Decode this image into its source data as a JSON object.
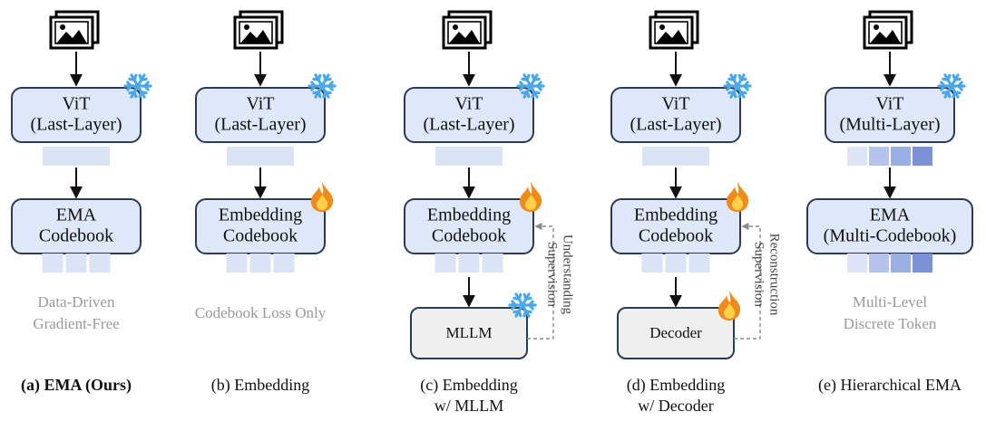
{
  "panels": [
    {
      "id": "a",
      "encoder_lines": [
        "ViT",
        "(Last-Layer)"
      ],
      "encoder_state": "frozen",
      "codebook_lines": [
        "EMA",
        "Codebook"
      ],
      "codebook_state": "none",
      "note_lines": [
        "Data-Driven",
        "Gradient-Free"
      ],
      "caption_lines": [
        "(a) EMA (Ours)"
      ],
      "caption_bold": true,
      "encoder_token_colors": [
        "#dbe4f5"
      ],
      "codebook_token_colors": [
        "#dbe4f5",
        "#dbe4f5",
        "#dbe4f5"
      ]
    },
    {
      "id": "b",
      "encoder_lines": [
        "ViT",
        "(Last-Layer)"
      ],
      "encoder_state": "frozen",
      "codebook_lines": [
        "Embedding",
        "Codebook"
      ],
      "codebook_state": "trainable",
      "note_lines": [
        "Codebook Loss Only"
      ],
      "caption_lines": [
        "(b) Embedding"
      ],
      "caption_bold": false,
      "encoder_token_colors": [
        "#dbe4f5"
      ],
      "codebook_token_colors": [
        "#dbe4f5",
        "#dbe4f5",
        "#dbe4f5"
      ]
    },
    {
      "id": "c",
      "encoder_lines": [
        "ViT",
        "(Last-Layer)"
      ],
      "encoder_state": "frozen",
      "codebook_lines": [
        "Embedding",
        "Codebook"
      ],
      "codebook_state": "trainable",
      "downstream_label": "MLLM",
      "downstream_state": "frozen",
      "supervision_lines": [
        "Understanding",
        "Supervision"
      ],
      "caption_lines": [
        "(c) Embedding",
        "w/ MLLM"
      ],
      "caption_bold": false,
      "encoder_token_colors": [
        "#dbe4f5"
      ],
      "codebook_token_colors": [
        "#dbe4f5",
        "#dbe4f5",
        "#dbe4f5"
      ]
    },
    {
      "id": "d",
      "encoder_lines": [
        "ViT",
        "(Last-Layer)"
      ],
      "encoder_state": "frozen",
      "codebook_lines": [
        "Embedding",
        "Codebook"
      ],
      "codebook_state": "trainable",
      "downstream_label": "Decoder",
      "downstream_state": "trainable",
      "supervision_lines": [
        "Reconstruction",
        "Supervision"
      ],
      "caption_lines": [
        "(d) Embedding",
        "w/ Decoder"
      ],
      "caption_bold": false,
      "encoder_token_colors": [
        "#dbe4f5"
      ],
      "codebook_token_colors": [
        "#dbe4f5",
        "#dbe4f5",
        "#dbe4f5"
      ]
    },
    {
      "id": "e",
      "encoder_lines": [
        "ViT",
        "(Multi-Layer)"
      ],
      "encoder_state": "frozen",
      "codebook_lines": [
        "EMA",
        "(Multi-Codebook)"
      ],
      "codebook_state": "none",
      "note_lines": [
        "Multi-Level",
        "Discrete Token"
      ],
      "caption_lines": [
        "(e) Hierarchical EMA"
      ],
      "caption_bold": false,
      "encoder_token_colors": [
        "#dde5f6",
        "#b4c4ea",
        "#9bb0e2",
        "#7b93d4"
      ],
      "codebook_token_colors": [
        "#dde5f6",
        "#b4c4ea",
        "#9bb0e2",
        "#7b93d4"
      ]
    }
  ],
  "colors": {
    "box_fill": "#dee8f8",
    "box_stroke": "#2b3a57",
    "gray_box_fill": "#efefef",
    "note_text": "#9a9a9a",
    "dashed": "#8a8a8a",
    "snowflake": "#4aa8e8",
    "flame_outer": "#f08a1c",
    "flame_inner": "#ffd24a"
  }
}
